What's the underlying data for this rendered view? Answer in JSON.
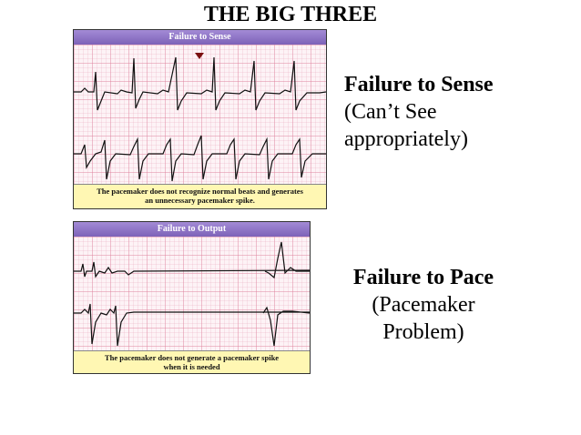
{
  "slide": {
    "title": "THE BIG THREE"
  },
  "panels": [
    {
      "header": "Failure to Sense",
      "caption_line1": "The pacemaker does not recognize normal beats and generates",
      "caption_line2": "an unnecessary pacemaker spike."
    },
    {
      "header": "Failure to Output",
      "caption_line1": "The pacemaker does not generate a pacemaker spike",
      "caption_line2": "when it is needed"
    }
  ],
  "labels": [
    {
      "heading": "Failure to Sense",
      "line1": "(Can’t See",
      "line2": "appropriately)"
    },
    {
      "heading": "Failure to Pace",
      "line1": "(Pacemaker",
      "line2": "Problem)"
    }
  ],
  "colors": {
    "header_purple": "#7d62b8",
    "caption_yellow": "#fff7b3",
    "marker_red": "#7a1010"
  }
}
